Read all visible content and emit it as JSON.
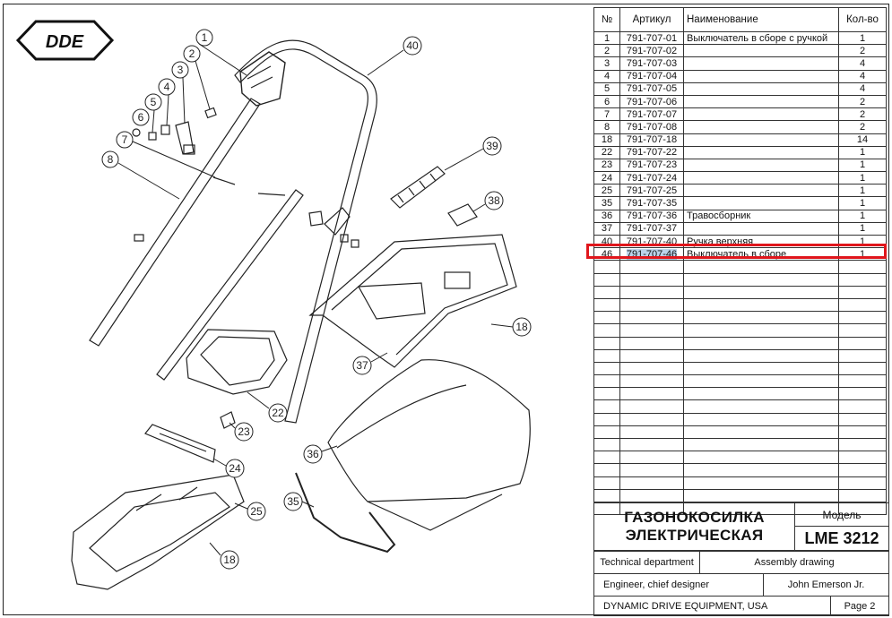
{
  "brand": {
    "logo_text": "DDE"
  },
  "colors": {
    "highlight": "#e0161c",
    "text_selection": "#bcd3ea"
  },
  "table": {
    "headers": {
      "no": "№",
      "article": "Артикул",
      "name": "Наименование",
      "qty": "Кол-во"
    },
    "rows": [
      {
        "no": "1",
        "article": "791-707-01",
        "name": "Выключатель в сборе с ручкой",
        "qty": "1"
      },
      {
        "no": "2",
        "article": "791-707-02",
        "name": "",
        "qty": "2"
      },
      {
        "no": "3",
        "article": "791-707-03",
        "name": "",
        "qty": "4"
      },
      {
        "no": "4",
        "article": "791-707-04",
        "name": "",
        "qty": "4"
      },
      {
        "no": "5",
        "article": "791-707-05",
        "name": "",
        "qty": "4"
      },
      {
        "no": "6",
        "article": "791-707-06",
        "name": "",
        "qty": "2"
      },
      {
        "no": "7",
        "article": "791-707-07",
        "name": "",
        "qty": "2"
      },
      {
        "no": "8",
        "article": "791-707-08",
        "name": "",
        "qty": "2"
      },
      {
        "no": "18",
        "article": "791-707-18",
        "name": "",
        "qty": "14"
      },
      {
        "no": "22",
        "article": "791-707-22",
        "name": "",
        "qty": "1"
      },
      {
        "no": "23",
        "article": "791-707-23",
        "name": "",
        "qty": "1"
      },
      {
        "no": "24",
        "article": "791-707-24",
        "name": "",
        "qty": "1"
      },
      {
        "no": "25",
        "article": "791-707-25",
        "name": "",
        "qty": "1"
      },
      {
        "no": "35",
        "article": "791-707-35",
        "name": "",
        "qty": "1"
      },
      {
        "no": "36",
        "article": "791-707-36",
        "name": "Травосборник",
        "qty": "1"
      },
      {
        "no": "37",
        "article": "791-707-37",
        "name": "",
        "qty": "1"
      },
      {
        "no": "40",
        "article": "791-707-40",
        "name": "Ручка верхняя",
        "qty": "1"
      },
      {
        "no": "46",
        "article": "791-707-46",
        "name": "Выключатель в сборе",
        "qty": "1",
        "selected": true
      }
    ],
    "empty_rows": 20
  },
  "title_block": {
    "product_name": "ГАЗОНОКОСИЛКА ЭЛЕКТРИЧЕСКАЯ",
    "model_label": "Модель",
    "model": "LME 3212",
    "department": "Technical department",
    "drawing_type": "Assembly drawing",
    "role": "Engineer, chief designer",
    "person": "John Emerson Jr.",
    "company": "DYNAMIC DRIVE EQUIPMENT, USA",
    "page": "Page 2"
  },
  "callouts": [
    "1",
    "2",
    "3",
    "4",
    "5",
    "6",
    "7",
    "8",
    "18",
    "22",
    "23",
    "24",
    "25",
    "35",
    "36",
    "37",
    "38",
    "39",
    "40",
    "18"
  ]
}
